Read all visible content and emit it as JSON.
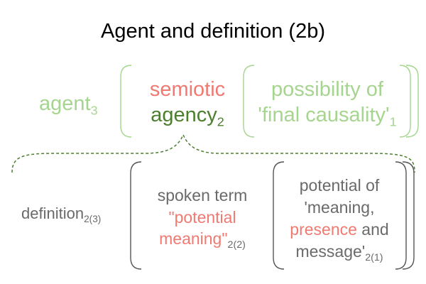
{
  "colors": {
    "light_green": "#a5d58f",
    "dark_green": "#4c7f2e",
    "salmon": "#f07a72",
    "grey": "#6a6a6a",
    "bracket_grey": "#555555"
  },
  "title": "Agent and definition (2b)",
  "top": {
    "agent": {
      "text": "agent",
      "sub": "3"
    },
    "semiotic": "semiotic",
    "agency": {
      "text": "agency",
      "sub": "2"
    },
    "possibility_line1": "possibility of",
    "possibility_line2": {
      "text": "'final causality'",
      "sub": "1"
    }
  },
  "bottom": {
    "definition": {
      "text": "definition",
      "sub": "2(3)"
    },
    "spoken_line1": "spoken term",
    "spoken_line2": "\"potential",
    "spoken_line3": {
      "text": "meaning\"",
      "sub": "2(2)"
    },
    "potential_line1": "potential of",
    "potential_line2": "'meaning,",
    "potential_line3": {
      "presence": "presence",
      "and": " and"
    },
    "potential_line4": {
      "text": "message'",
      "sub": "2(1)"
    }
  }
}
